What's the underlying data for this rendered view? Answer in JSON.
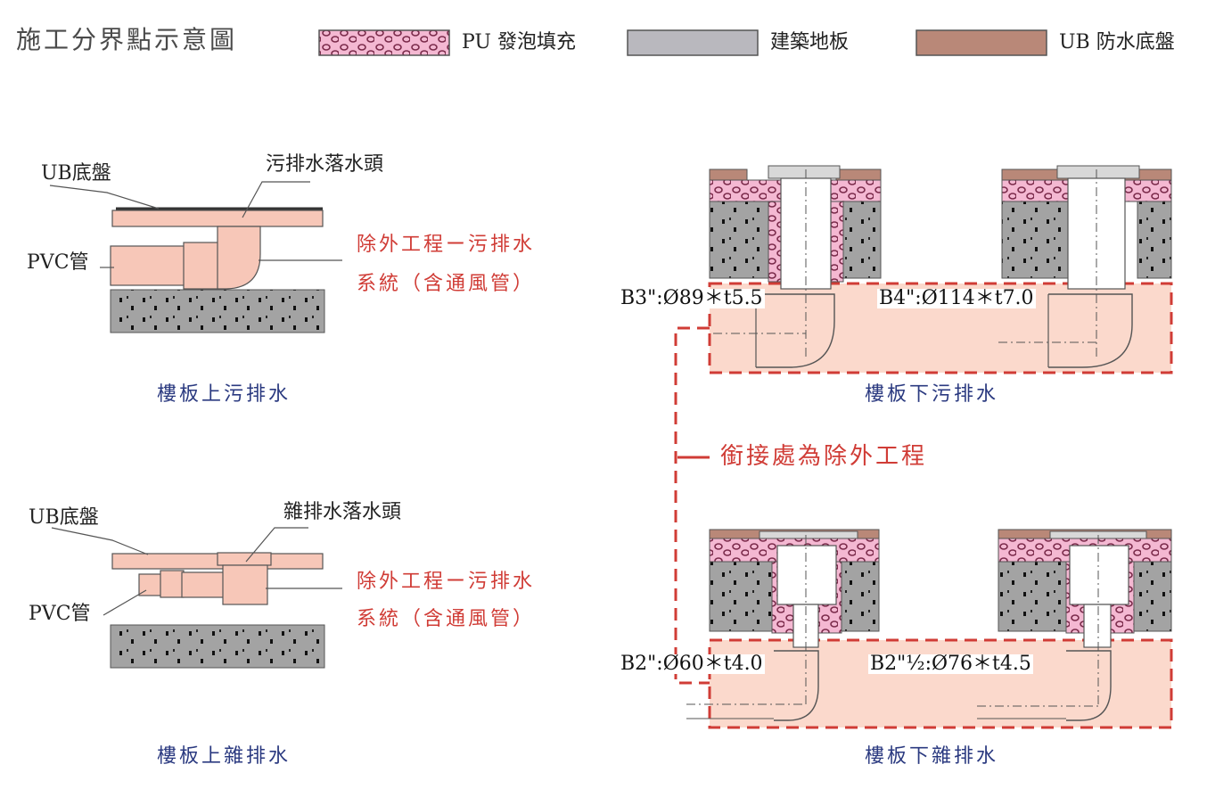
{
  "title": "施工分界點示意圖",
  "legend": {
    "pu_label": "PU 發泡填充",
    "floor_label": "建築地板",
    "ub_label": "UB 防水底盤"
  },
  "colors": {
    "pu_fill": "#f4b8d2",
    "pu_pattern": "#7a2a4a",
    "floor_fill": "#b9b8be",
    "ub_fill": "#b98878",
    "pipe_fill": "#f7c7b8",
    "exclusion_fill": "#fbd9cc",
    "red": "#d03c36",
    "blue": "#2b3a80"
  },
  "left_top": {
    "ub_label": "UB底盤",
    "drain_label": "污排水落水頭",
    "pvc_label": "PVC管",
    "note_line1": "除外工程ー污排水",
    "note_line2": "系統（含通風管）",
    "caption": "樓板上污排水"
  },
  "left_bottom": {
    "ub_label": "UB底盤",
    "drain_label": "雜排水落水頭",
    "pvc_label": "PVC管",
    "note_line1": "除外工程ー污排水",
    "note_line2": "系統（含通風管）",
    "caption": "樓板上雜排水"
  },
  "right_top": {
    "meas_left": "B3\":Ø89＊t5.5",
    "meas_right": "B4\":Ø114＊t7.0",
    "caption": "樓板下污排水"
  },
  "right_bottom": {
    "meas_left": "B2\":Ø60＊t4.0",
    "meas_right": "B2\"½:Ø76＊t4.5",
    "caption": "樓板下雜排水"
  },
  "junction_label": "銜接處為除外工程"
}
